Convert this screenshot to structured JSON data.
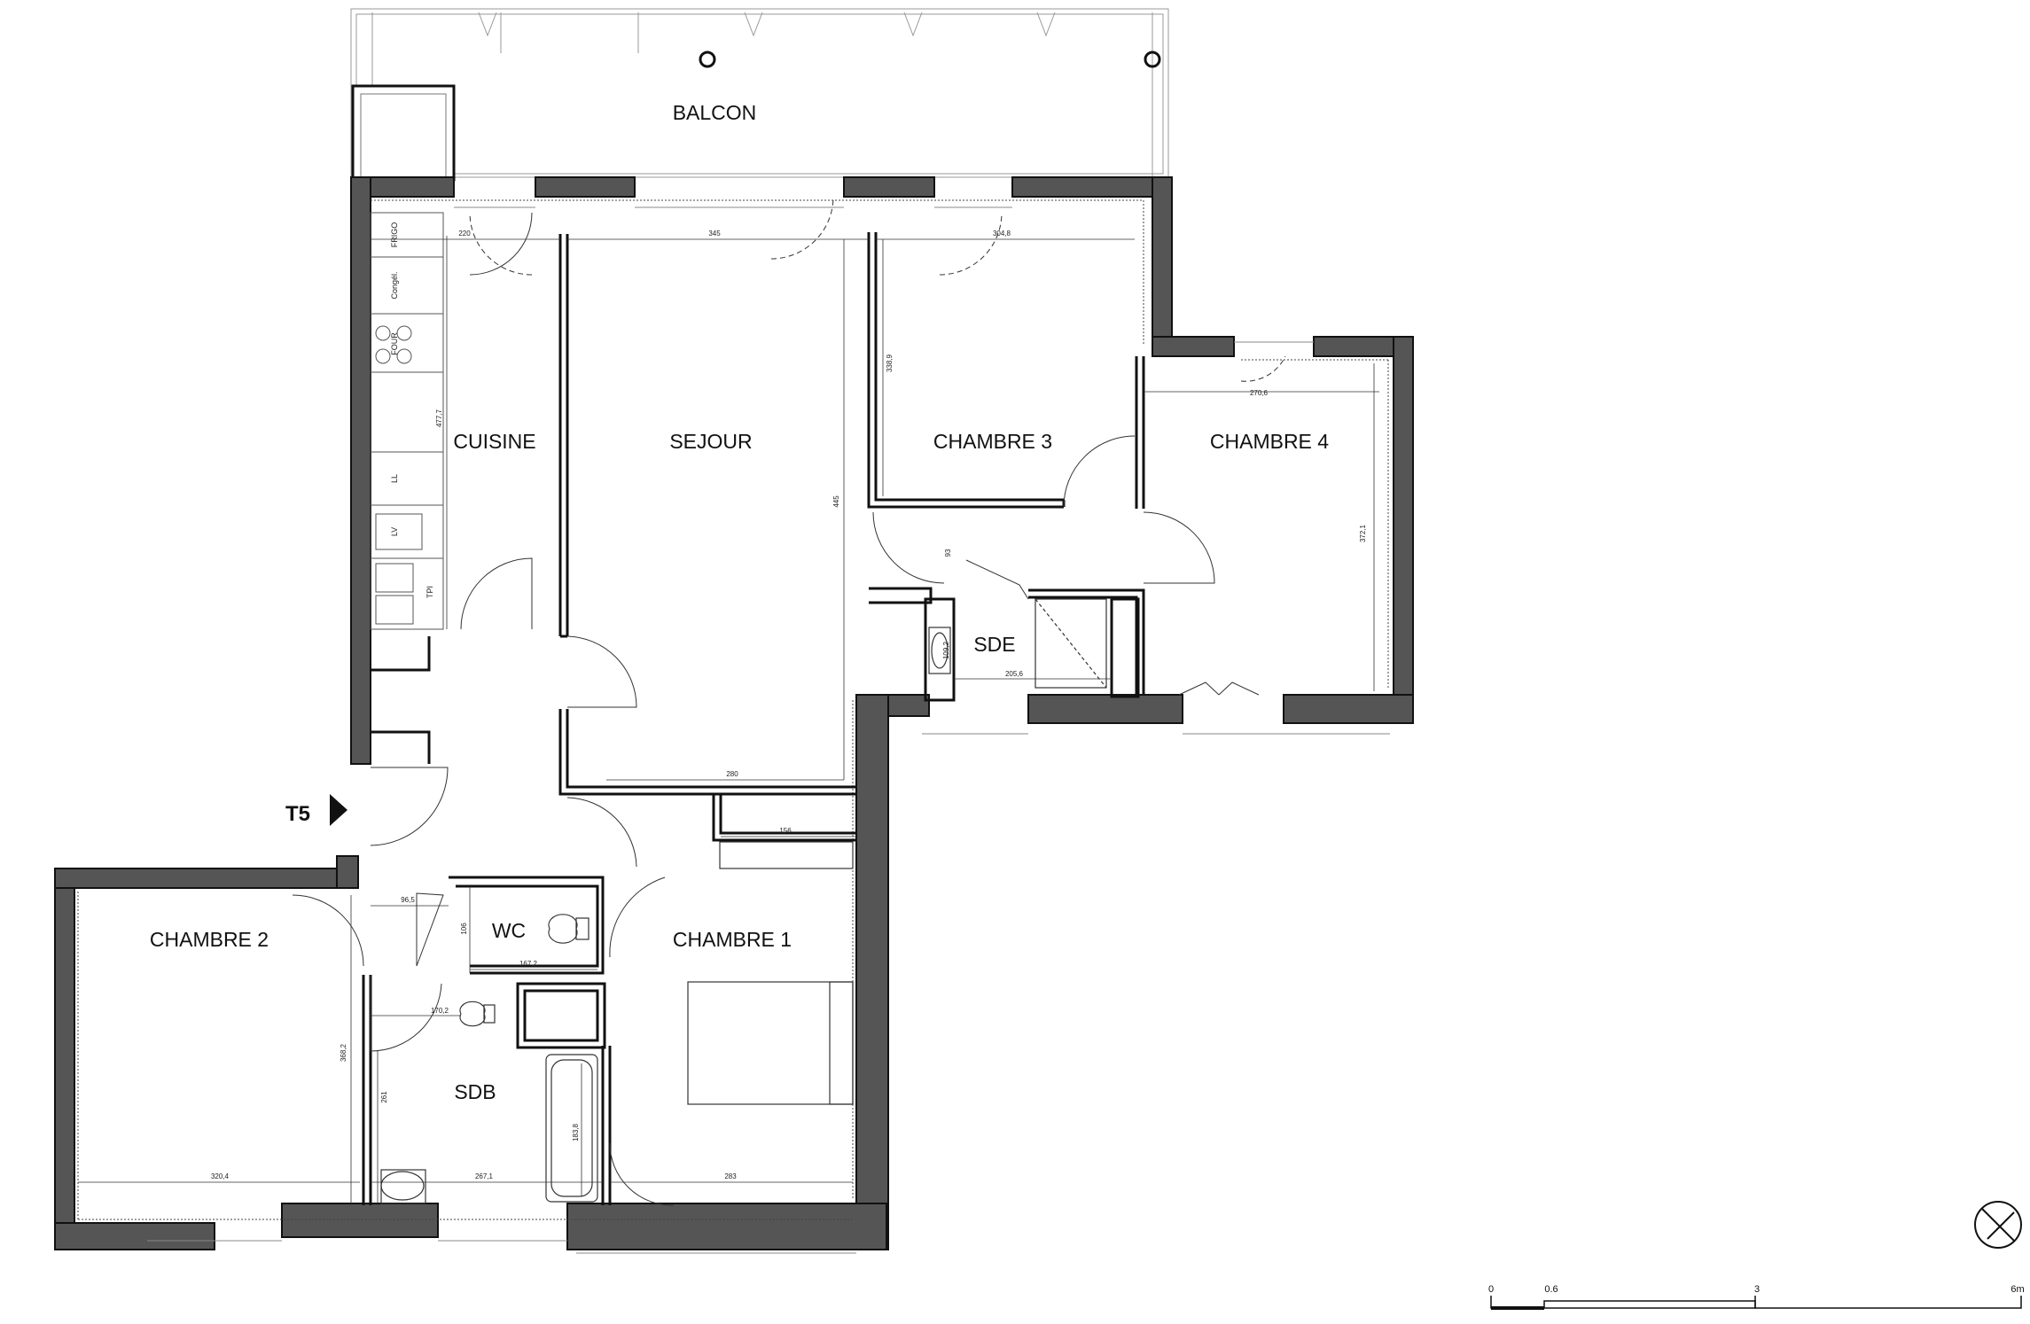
{
  "unit": {
    "label": "T5"
  },
  "rooms": {
    "balcon": "BALCON",
    "cuisine": "CUISINE",
    "sejour": "SEJOUR",
    "chambre3": "CHAMBRE 3",
    "chambre4": "CHAMBRE 4",
    "sde": "SDE",
    "chambre2": "CHAMBRE 2",
    "wc": "WC",
    "chambre1": "CHAMBRE 1",
    "sdb": "SDB"
  },
  "fixtures": {
    "frigo": "FRIGO",
    "congel": "Congél.",
    "four": "FOUR",
    "ll": "LL",
    "lv": "LV",
    "tpi": "TPI"
  },
  "dimensions": {
    "d220": "220",
    "d345": "345",
    "d304_8": "304,8",
    "d477_7": "477,7",
    "d338_9": "338,9",
    "d270_6": "270,6",
    "d372_1": "372,1",
    "d445": "445",
    "d93": "93",
    "d109_2": "109,2",
    "d205_6": "205,6",
    "d280": "280",
    "d156": "156",
    "d96_5": "96,5",
    "d106": "106",
    "d167_2": "167,2",
    "d170_2": "170,2",
    "d368_2": "368,2",
    "d261": "261",
    "d183_8": "183,8",
    "d320_4": "320,4",
    "d267_1": "267,1",
    "d283": "283"
  },
  "scale_bar": {
    "ticks": [
      "0",
      "0.6",
      "3",
      "6m"
    ]
  }
}
